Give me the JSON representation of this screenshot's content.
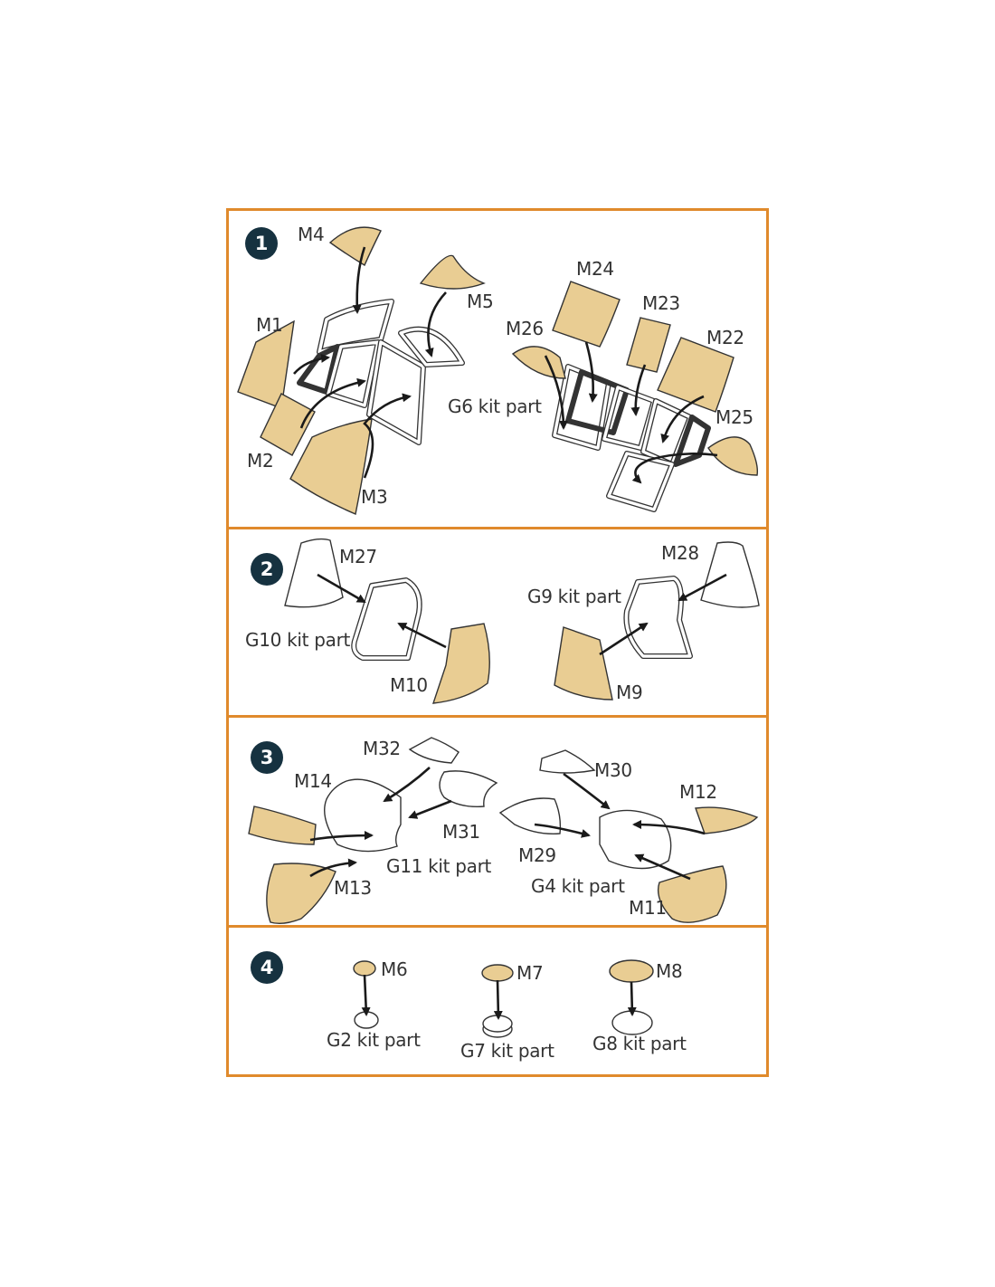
{
  "colors": {
    "border": "#e08a2c",
    "badge": "#163240",
    "mask": "#e9cd93",
    "line": "#1a1a1a"
  },
  "steps": [
    {
      "number": "1",
      "labels": {
        "m4": "M4",
        "m5": "M5",
        "m1": "M1",
        "m2": "M2",
        "m3": "M3",
        "m24": "M24",
        "m23": "M23",
        "m26": "M26",
        "m22": "M22",
        "m25": "M25",
        "kit": "G6 kit part"
      }
    },
    {
      "number": "2",
      "labels": {
        "m27": "M27",
        "kit_left": "G10 kit part",
        "m10": "M10",
        "m28": "M28",
        "kit_right": "G9 kit part",
        "m9": "M9"
      }
    },
    {
      "number": "3",
      "labels": {
        "m32": "M32",
        "m14": "M14",
        "m31": "M31",
        "kit_left": "G11 kit part",
        "m13": "M13",
        "m30": "M30",
        "m12": "M12",
        "m29": "M29",
        "kit_right": "G4 kit part",
        "m11": "M11"
      }
    },
    {
      "number": "4",
      "labels": {
        "m6": "M6",
        "m7": "M7",
        "m8": "M8",
        "kit_g2": "G2 kit part",
        "kit_g7": "G7 kit part",
        "kit_g8": "G8 kit part"
      }
    }
  ]
}
